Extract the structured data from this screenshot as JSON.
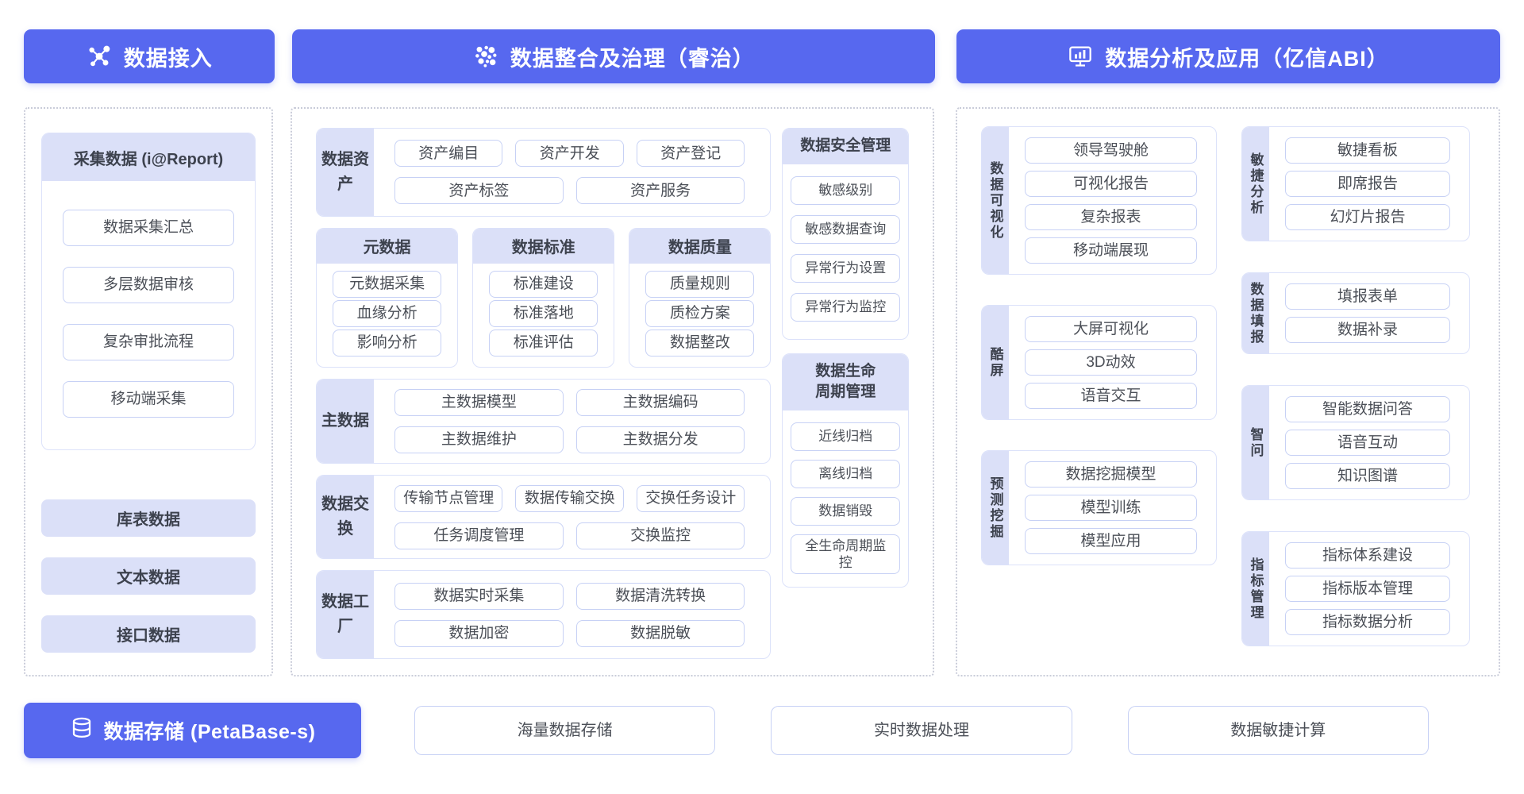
{
  "colors": {
    "banner_blue": "#5768EF",
    "lavender": "#DBE0F8",
    "pill_border": "#C7D1F5",
    "group_border": "#DCE2FA",
    "dashed_border": "#C9CCD9",
    "text_dark": "#4B4F57"
  },
  "headers": [
    {
      "label": "数据接入",
      "icon": "network-icon"
    },
    {
      "label": "数据整合及治理（睿治）",
      "icon": "dots-cluster-icon"
    },
    {
      "label": "数据分析及应用（亿信ABI）",
      "icon": "monitor-chart-icon"
    }
  ],
  "left": {
    "collect": {
      "title": "采集数据 (i@Report)",
      "items": [
        "数据采集汇总",
        "多层数据审核",
        "复杂审批流程",
        "移动端采集"
      ]
    },
    "sources": [
      "库表数据",
      "文本数据",
      "接口数据"
    ]
  },
  "middle": {
    "asset": {
      "label": "数据资产",
      "item_rows": [
        [
          "资产编目",
          "资产开发",
          "资产登记"
        ],
        [
          "资产标签",
          "资产服务"
        ]
      ]
    },
    "minis": [
      {
        "title": "元数据",
        "items": [
          "元数据采集",
          "血缘分析",
          "影响分析"
        ]
      },
      {
        "title": "数据标准",
        "items": [
          "标准建设",
          "标准落地",
          "标准评估"
        ]
      },
      {
        "title": "数据质量",
        "items": [
          "质量规则",
          "质检方案",
          "数据整改"
        ]
      }
    ],
    "master": {
      "label": "主数据",
      "item_rows": [
        [
          "主数据模型",
          "主数据编码"
        ],
        [
          "主数据维护",
          "主数据分发"
        ]
      ]
    },
    "exchange": {
      "label": "数据交换",
      "item_rows": [
        [
          "传输节点管理",
          "数据传输交换",
          "交换任务设计"
        ],
        [
          "任务调度管理",
          "交换监控"
        ]
      ]
    },
    "factory": {
      "label": "数据工厂",
      "item_rows": [
        [
          "数据实时采集",
          "数据清洗转换"
        ],
        [
          "数据加密",
          "数据脱敏"
        ]
      ]
    },
    "security": {
      "title": "数据安全管理",
      "items": [
        "敏感级别",
        "敏感数据查询",
        "异常行为设置",
        "异常行为监控"
      ]
    },
    "lifecycle": {
      "title": "数据生命周期管理",
      "items": [
        "近线归档",
        "离线归档",
        "数据销毁",
        "全生命周期监控"
      ]
    }
  },
  "right": {
    "col1": [
      {
        "label": "数据可视化",
        "items": [
          "领导驾驶舱",
          "可视化报告",
          "复杂报表",
          "移动端展现"
        ]
      },
      {
        "label": "酷屏",
        "items": [
          "大屏可视化",
          "3D动效",
          "语音交互"
        ]
      },
      {
        "label": "预测挖掘",
        "items": [
          "数据挖掘模型",
          "模型训练",
          "模型应用"
        ]
      }
    ],
    "col2": [
      {
        "label": "敏捷分析",
        "items": [
          "敏捷看板",
          "即席报告",
          "幻灯片报告"
        ]
      },
      {
        "label": "数据填报",
        "items": [
          "填报表单",
          "数据补录"
        ]
      },
      {
        "label": "智问",
        "items": [
          "智能数据问答",
          "语音互动",
          "知识图谱"
        ]
      },
      {
        "label": "指标管理",
        "items": [
          "指标体系建设",
          "指标版本管理",
          "指标数据分析"
        ]
      }
    ]
  },
  "bottom": {
    "storage_label": "数据存储 (PetaBase-s)",
    "storage_icon": "database-icon",
    "boxes": [
      "海量数据存储",
      "实时数据处理",
      "数据敏捷计算"
    ]
  }
}
